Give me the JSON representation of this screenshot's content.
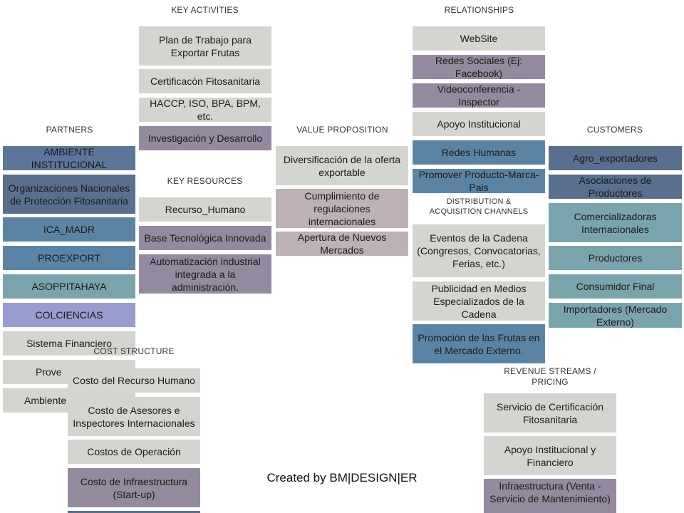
{
  "headers": {
    "key_activities": "KEY ACTIVITIES",
    "relationships": "RELATIONSHIPS",
    "partners": "PARTNERS",
    "value_proposition": "VALUE PROPOSITION",
    "customers": "CUSTOMERS",
    "key_resources": "KEY RESOURCES",
    "channels": "DISTRIBUTION  &\nACQUISITION  CHANNELS",
    "cost_structure": "COST  STRUCTURE",
    "revenue_streams": "REVENUE STREAMS  /\nPRICING"
  },
  "partners": [
    "AMBIENTE INSTITUCIONAL",
    "Organizaciones Nacionales de Protección Fitosanitaria",
    "ICA_MADR",
    "PROEXPORT",
    "ASOPPITAHAYA",
    "COLCIENCIAS",
    "Sistema Financiero",
    "Prove",
    "Ambiente Organiza"
  ],
  "key_activities": [
    "Plan de Trabajo para Exportar Frutas",
    "Certificacón Fitosanitaria",
    "HACCP, ISO, BPA, BPM, etc.",
    "Investigación y Desarrollo"
  ],
  "key_resources": [
    "Recurso_Humano",
    "Base Tecnológica Innovada",
    "Automatización industrial integrada a la administración."
  ],
  "value_proposition": [
    "Diversificación de la oferta exportable",
    "Cumplimiento de regulaciones internacionales",
    "Apertura de Nuevos Mercados"
  ],
  "relationships": [
    "WebSite",
    "Redes Sociales (Ej: Facebook)",
    "Videoconferencia - Inspector",
    "Apoyo Institucional",
    "Redes Humanas",
    "Promover Producto-Marca-Pais"
  ],
  "channels": [
    "Eventos de la Cadena (Congresos, Convocatorias, Ferias, etc.)",
    "Publicidad en Medios Especializados de la Cadena",
    "Promoción de las Frutas en el Mercado Externo."
  ],
  "customers": [
    "Agro_exportadores",
    "Asociaciones de Productores",
    "Comercializadoras Internacionales",
    "Productores",
    "Consumidor Final",
    "Importadores (Mercado Externo)"
  ],
  "cost_structure": [
    "Costo del Recurso Humano",
    "Costo de Asesores e Inspectores Internacionales",
    "Costos de Operación",
    "Costo de Infraestructura (Start-up)"
  ],
  "revenue_streams": [
    "Servicio de Certificación Fitosanitaria",
    "Apoyo Institucional  y Financiero",
    "Infraestructura (Venta - Servicio de Mantenimiento)"
  ],
  "credit": "Created by BM|DESIGN|ER",
  "colors": {
    "grey": "#d4d5d0",
    "mauve": "#948a9f",
    "steel": "#5a7799",
    "teal": "#7aa4ac",
    "navy": "#596f8e",
    "lavender": "#999ccf",
    "blue": "#5b84a4",
    "pink": "#bdb1b5"
  }
}
